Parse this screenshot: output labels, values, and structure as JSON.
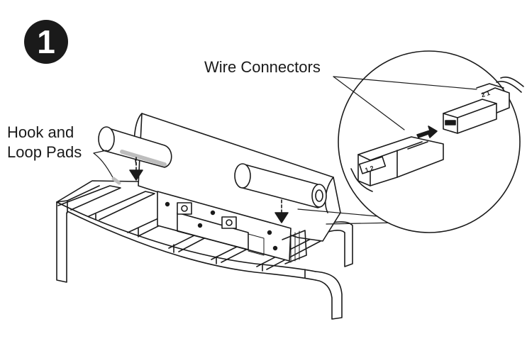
{
  "step": {
    "number": "1"
  },
  "labels": {
    "wire_connectors": "Wire Connectors",
    "hook_loop_line1": "Hook and",
    "hook_loop_line2": "Loop Pads"
  },
  "connector": {
    "left_pin_marks": "1 2",
    "right_pin_marks": "2 1"
  },
  "colors": {
    "ink": "#1a1a1a",
    "paper": "#ffffff",
    "pad_gray": "#bdbdbd"
  }
}
